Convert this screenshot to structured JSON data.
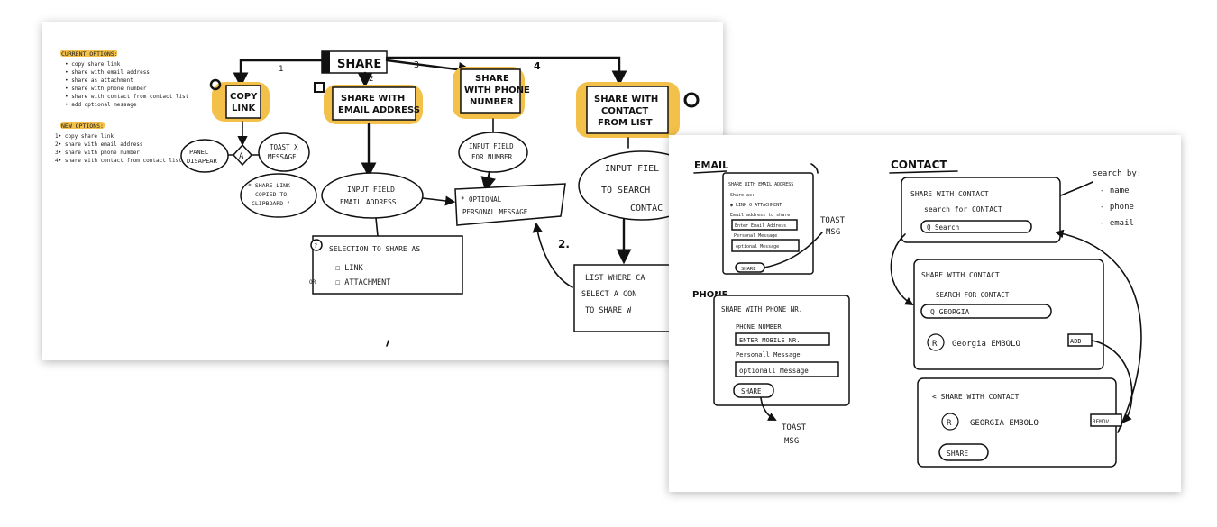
{
  "flow": {
    "current_title": "CURRENT OPTIONS:",
    "current_options": [
      "• copy share link",
      "• share with email address",
      "• share as attachment",
      "• share with phone number",
      "• share with contact from contact list",
      "• add optional message"
    ],
    "new_title": "NEW OPTIONS:",
    "new_options": [
      "1• copy share link",
      "2• share with email address",
      "3• share with phone number",
      "4• share with contact from contact list"
    ],
    "share": "SHARE",
    "n1": "1",
    "n2": "2",
    "n3": "3",
    "n4": "4",
    "copy_link": [
      "COPY",
      "LINK"
    ],
    "share_email": [
      "SHARE WITH",
      "EMAIL ADDRESS"
    ],
    "share_phone": [
      "SHARE",
      "WITH PHONE",
      "NUMBER"
    ],
    "share_contact": [
      "SHARE WITH",
      "CONTACT",
      "FROM LIST"
    ],
    "panel_disapear": [
      "PANEL",
      "DISAPEAR"
    ],
    "a_label": "A",
    "toast_message": [
      "TOAST X",
      "MESSAGE"
    ],
    "share_link_copied": [
      "* SHARE LINK",
      "COPIED TO",
      "CLIPBOARD \""
    ],
    "input_email": [
      "INPUT FIELD",
      "EMAIL ADDRESS"
    ],
    "input_number": [
      "INPUT FIELD",
      "FOR NUMBER"
    ],
    "optional_message": [
      "* OPTIONAL",
      "PERSONAL MESSAGE"
    ],
    "input_search": [
      "INPUT FIEL",
      "TO SEARCH",
      "CONTAC"
    ],
    "selection_title": "SELECTION TO SHARE AS",
    "opt_link": "☐ LINK",
    "or_label": "OR",
    "opt_attachment": "☐ ATTACHMENT",
    "q_mark": "?",
    "q2": "2.",
    "list_select": [
      "LIST WHERE CA",
      "SELECT A CON",
      "TO SHARE W"
    ]
  },
  "screens": {
    "email": {
      "heading": "EMAIL",
      "back": "SHARE WITH EMAIL ADDRESS",
      "share_as": "Share as:",
      "options": "◉ LINK  O ATTACHMENT",
      "email_label": "Email address to share",
      "email_ph": "Enter Email Address",
      "msg_label": "Personal Message",
      "msg_ph": "optional Message",
      "share_btn": "SHARE",
      "toast": [
        "TOAST",
        "MSG"
      ]
    },
    "phone": {
      "heading": "PHONE",
      "back": "SHARE WITH PHONE NR.",
      "phone_label": "PHONE NUMBER",
      "phone_ph": "ENTER MOBILE NR.",
      "msg_label": "Personall Message",
      "msg_ph": "optionall Message",
      "share_btn": "SHARE",
      "toast": [
        "TOAST",
        "MSG"
      ]
    },
    "contact": {
      "heading": "CONTACT",
      "search_by": [
        "search by:",
        "- name",
        "- phone",
        "- email"
      ],
      "s1_back": "SHARE WITH CONTACT",
      "s1_label": "search for CONTACT",
      "s1_search": "Q Search",
      "s2_back": "SHARE WITH CONTACT",
      "s2_label": "SEARCH FOR CONTACT",
      "s2_search": "Q GEORGIA",
      "s2_name": "Georgia EMBOLO",
      "s2_add": "ADD",
      "s3_back": "< SHARE WITH CONTACT",
      "s3_name": "GEORGIA EMBOLO",
      "s3_remove": "REMOV",
      "s3_share": "SHARE",
      "avatar": "R"
    }
  }
}
